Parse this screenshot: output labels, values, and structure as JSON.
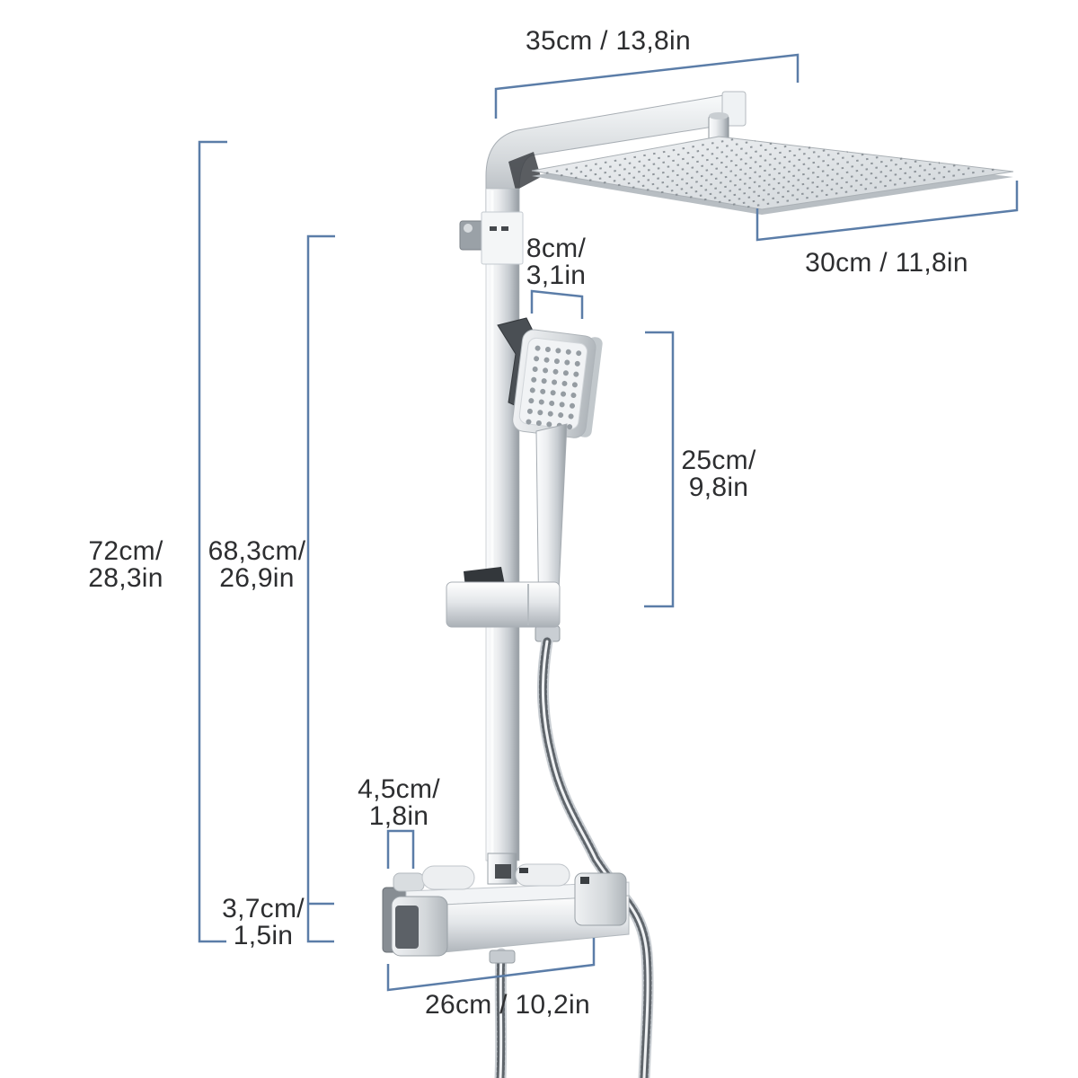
{
  "meta": {
    "description": "Product dimension diagram of a chrome thermostatic shower system with square rain head, hand shower, riser rail and mixer valve",
    "background": "#ffffff"
  },
  "colors": {
    "dimension_line": "#5b7da8",
    "label_text": "#2d2e30",
    "chrome_light": "#f4f6f7",
    "chrome_mid": "#c6cbd0",
    "chrome_dark": "#9aa1a7"
  },
  "labels": {
    "arm_length": {
      "text": "35cm / 13,8in"
    },
    "head_width": {
      "text": "30cm / 11,8in"
    },
    "hand_shower_width": {
      "line1": "8cm/",
      "line2": "3,1in"
    },
    "hand_shower_height": {
      "line1": "25cm/",
      "line2": "9,8in"
    },
    "total_height": {
      "line1": "72cm/",
      "line2": "28,3in"
    },
    "rail_height": {
      "line1": "68,3cm/",
      "line2": "26,9in"
    },
    "bracket_width": {
      "line1": "4,5cm/",
      "line2": "1,8in"
    },
    "valve_height": {
      "line1": "3,7cm/",
      "line2": "1,5in"
    },
    "valve_width": {
      "text": "26cm / 10,2in"
    }
  },
  "parts": [
    "shower-arm",
    "rain-shower-head",
    "riser-rail",
    "wall-bracket-upper",
    "hand-shower",
    "hand-shower-holder",
    "slider-clamp",
    "shower-hose",
    "thermostatic-valve",
    "valve-wall-bracket"
  ]
}
